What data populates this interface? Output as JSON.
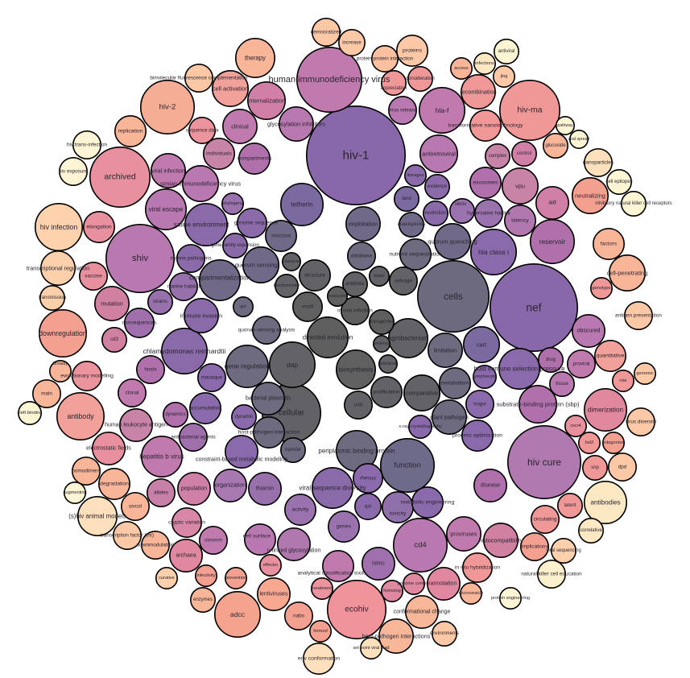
{
  "chart_data": {
    "type": "packed-bubble",
    "title": "",
    "bubbles": [
      {
        "label": "hiv-1",
        "color": "#8868a8"
      },
      {
        "label": "nef",
        "color": "#8868a8"
      },
      {
        "label": "cells",
        "color": "#6d6a80"
      },
      {
        "label": "cellular",
        "color": "#626266"
      },
      {
        "label": "hiv cure",
        "color": "#b07ab0"
      },
      {
        "label": "shiv",
        "color": "#b878b0"
      },
      {
        "label": "human immunodeficiency virus",
        "color": "#c07aae"
      },
      {
        "label": "archived",
        "color": "#e8909e"
      },
      {
        "label": "hiv-2",
        "color": "#f6ad96"
      },
      {
        "label": "hiv-ma",
        "color": "#f09898"
      },
      {
        "label": "ecohiv",
        "color": "#f0939a"
      },
      {
        "label": "cd4",
        "color": "#b878b0"
      },
      {
        "label": "function",
        "color": "#6e6a8a"
      },
      {
        "label": "dap",
        "color": "#636266"
      },
      {
        "label": "directed evolution",
        "color": "#5f5f5f"
      },
      {
        "label": "biosynthesis",
        "color": "#606060"
      },
      {
        "label": "gene regulation",
        "color": "#6e6a80"
      },
      {
        "label": "compartmentalization",
        "color": "#706a88"
      },
      {
        "label": "tetherin",
        "color": "#7a6aa0"
      },
      {
        "label": "downregulation",
        "color": "#f4a090"
      },
      {
        "label": "antibody",
        "color": "#f2a09a"
      },
      {
        "label": "adcc",
        "color": "#f4a48e"
      },
      {
        "label": "hiv infection",
        "color": "#fdd2ad"
      },
      {
        "label": "(s)hiv animal models",
        "color": "#fee0bc"
      },
      {
        "label": "antibodies",
        "color": "#fde8c4"
      },
      {
        "label": "dimerization",
        "color": "#e0889e"
      },
      {
        "label": "reservoir",
        "color": "#b070ac"
      },
      {
        "label": "hla class i",
        "color": "#8a6aaa"
      },
      {
        "label": "hla-f",
        "color": "#c07aae"
      },
      {
        "label": "recombination",
        "color": "#f09898"
      },
      {
        "label": "transformative nanotechnology",
        "color": "#f09898"
      },
      {
        "label": "neutralizing",
        "color": "#f4a08e"
      },
      {
        "label": "cell-penetrating",
        "color": "#f8b598"
      },
      {
        "label": "chlamydomonas reinhardtii",
        "color": "#8a6aa8"
      },
      {
        "label": "hepatitis b virus",
        "color": "#c07aae"
      },
      {
        "label": "viral escape",
        "color": "#b878b0"
      },
      {
        "label": "simian immunodeficiency virus",
        "color": "#b878b0"
      },
      {
        "label": "saline environment",
        "color": "#8a6aa8"
      },
      {
        "label": "immune evasion",
        "color": "#8a6aa8"
      },
      {
        "label": "quorum sensing",
        "color": "#706a88"
      },
      {
        "label": "bacterial plasmids",
        "color": "#6e6a80"
      },
      {
        "label": "agrobacterium",
        "color": "#636266"
      },
      {
        "label": "periplasmic binding protein",
        "color": "#6e6a80"
      },
      {
        "label": "viral sequence diversity",
        "color": "#8a6aa8"
      },
      {
        "label": "host immune selection pressure",
        "color": "#8a6aaa"
      },
      {
        "label": "substrate-binding protein (sbp)",
        "color": "#b070ac"
      },
      {
        "label": "disease",
        "color": "#b070ac"
      },
      {
        "label": "latent",
        "color": "#f09898"
      },
      {
        "label": "proviruses",
        "color": "#c07aae"
      },
      {
        "label": "histocompatibility",
        "color": "#d080a0"
      },
      {
        "label": "annotation",
        "color": "#e088a0"
      },
      {
        "label": "in situ hybridization",
        "color": "#f09898"
      },
      {
        "label": "host-pathogen interactions",
        "color": "#f8b798"
      },
      {
        "label": "conformational change",
        "color": "#f8b798"
      },
      {
        "label": "env conformation",
        "color": "#fee0bc"
      },
      {
        "label": "lentiviruses",
        "color": "#f8a890"
      },
      {
        "label": "nabs",
        "color": "#f4a090"
      },
      {
        "label": "archaea",
        "color": "#e088a0"
      },
      {
        "label": "population",
        "color": "#d080a6"
      },
      {
        "label": "cryptic variation",
        "color": "#d888a6"
      },
      {
        "label": "alleles",
        "color": "#c880a8"
      },
      {
        "label": "organization",
        "color": "#a878b0"
      },
      {
        "label": "thiamin",
        "color": "#9870ac"
      },
      {
        "label": "activity",
        "color": "#9a72ae"
      },
      {
        "label": "genes",
        "color": "#9a72ae"
      },
      {
        "label": "n-linked glycosylation",
        "color": "#b078ae"
      },
      {
        "label": "cell surface",
        "color": "#b878b0"
      },
      {
        "label": "sivsmm",
        "color": "#c07aae"
      },
      {
        "label": "analytical classification tools",
        "color": "#c07aae"
      },
      {
        "label": "isimc",
        "color": "#a070ac"
      },
      {
        "label": "toxicity",
        "color": "#9070aa"
      },
      {
        "label": "metabolic engineering",
        "color": "#8a6aaa"
      },
      {
        "label": "qsi",
        "color": "#8a6aaa"
      },
      {
        "label": "rhesus",
        "color": "#8a6aaa"
      },
      {
        "label": "process optimization",
        "color": "#8a6aaa"
      },
      {
        "label": "major",
        "color": "#8a6aaa"
      },
      {
        "label": "metabolism",
        "color": "#6e6a80"
      },
      {
        "label": "limitation",
        "color": "#6e6a80"
      },
      {
        "label": "cart",
        "color": "#7a6aa0"
      },
      {
        "label": "comparative",
        "color": "#636266"
      },
      {
        "label": "purification",
        "color": "#636266"
      },
      {
        "label": "unit",
        "color": "#636266"
      },
      {
        "label": "plant pathogen",
        "color": "#6e6a80"
      },
      {
        "label": "quorum quenching",
        "color": "#706a88"
      },
      {
        "label": "nutrient sequestration",
        "color": "#6e6a80"
      },
      {
        "label": "exploitation",
        "color": "#706a88"
      },
      {
        "label": "database",
        "color": "#6e6a80"
      },
      {
        "label": "salvage",
        "color": "#636266"
      },
      {
        "label": "antibiotic",
        "color": "#636266"
      },
      {
        "label": "structure",
        "color": "#636266"
      },
      {
        "label": "motif",
        "color": "#606060"
      },
      {
        "label": "in vivo infection",
        "color": "#5f5f5f"
      },
      {
        "label": "transporter",
        "color": "#5f5f5f"
      },
      {
        "label": "mucosa",
        "color": "#706a88"
      },
      {
        "label": "genome sequence",
        "color": "#8a6aa8"
      },
      {
        "label": "marine pathogens",
        "color": "#8a6aa8"
      },
      {
        "label": "marine habitat",
        "color": "#9870ac"
      },
      {
        "label": "strains",
        "color": "#9870ac"
      },
      {
        "label": "consequences",
        "color": "#a070ac"
      },
      {
        "label": "mutation",
        "color": "#d080a0"
      },
      {
        "label": "vaccine",
        "color": "#e8909e"
      },
      {
        "label": "elongation",
        "color": "#e8909e"
      },
      {
        "label": "transcriptional regulation",
        "color": "#fdd0ac"
      },
      {
        "label": "transmission",
        "color": "#fdd0ac"
      },
      {
        "label": "viral infection",
        "color": "#c07aae"
      },
      {
        "label": "individuals",
        "color": "#c884a6"
      },
      {
        "label": "compartments",
        "color": "#b070ac"
      },
      {
        "label": "clinical",
        "color": "#c07aae"
      },
      {
        "label": "internalization",
        "color": "#d080a6"
      },
      {
        "label": "glycosylation inhibitors",
        "color": "#b878b0"
      },
      {
        "label": "cell activation",
        "color": "#f2a09a"
      },
      {
        "label": "therapy",
        "color": "#f8b598"
      },
      {
        "label": "bimolecular fluorescence complementation",
        "color": "#fcc8a6"
      },
      {
        "label": "sequence data",
        "color": "#ec949e"
      },
      {
        "label": "replication",
        "color": "#f8b598"
      },
      {
        "label": "hiv trans-infection",
        "color": "#fef5d4"
      },
      {
        "label": "hiv exposure",
        "color": "#fef5d4"
      },
      {
        "label": "antiretroviral",
        "color": "#b878b0"
      },
      {
        "label": "exosomes",
        "color": "#b070ac"
      },
      {
        "label": "vpu",
        "color": "#c884a6"
      },
      {
        "label": "latency",
        "color": "#b078ae"
      },
      {
        "label": "hypersaline habitat",
        "color": "#9a72ae"
      },
      {
        "label": "aid",
        "color": "#d080a6"
      },
      {
        "label": "complex",
        "color": "#c884a6"
      },
      {
        "label": "control",
        "color": "#d080a6"
      },
      {
        "label": "virus release",
        "color": "#b878b0"
      },
      {
        "label": "proteins",
        "color": "#fcc8a6"
      },
      {
        "label": "protein-protein interaction",
        "color": "#fcc0a0"
      },
      {
        "label": "consideration",
        "color": "#f09898"
      },
      {
        "label": "appreciation",
        "color": "#f09898"
      },
      {
        "label": "increase",
        "color": "#fcc8a6"
      },
      {
        "label": "democratized",
        "color": "#fcc8a6"
      },
      {
        "label": "access",
        "color": "#f8b598"
      },
      {
        "label": "infections",
        "color": "#fde8c4"
      },
      {
        "label": "antiviral",
        "color": "#fef5d4"
      },
      {
        "label": "jlog",
        "color": "#fcc8a6"
      },
      {
        "label": "glucoside",
        "color": "#f8b598"
      },
      {
        "label": "nanoparticles",
        "color": "#fde0bc"
      },
      {
        "label": "cell epitopes",
        "color": "#fef5d4"
      },
      {
        "label": "inhibitory natural killer cell receptors",
        "color": "#fef5d4"
      },
      {
        "label": "factors",
        "color": "#f8b598"
      },
      {
        "label": "antigen presentation",
        "color": "#fcc8a6"
      },
      {
        "label": "obscured",
        "color": "#b878b0"
      },
      {
        "label": "quantitative",
        "color": "#f2a09a"
      },
      {
        "label": "proviral",
        "color": "#c07aae"
      },
      {
        "label": "tissue",
        "color": "#b878b0"
      },
      {
        "label": "drug",
        "color": "#b070ac"
      },
      {
        "label": "virus diversity",
        "color": "#fcc8a6"
      },
      {
        "label": "snp",
        "color": "#f09898"
      },
      {
        "label": "dpd",
        "color": "#fcc8a6"
      },
      {
        "label": "circulating",
        "color": "#f09898"
      },
      {
        "label": "implications",
        "color": "#f4a090"
      },
      {
        "label": "correlative",
        "color": "#fde8c4"
      },
      {
        "label": "viral sequencing",
        "color": "#fcd0ac"
      },
      {
        "label": "natural killer cell education",
        "color": "#fef0cc"
      },
      {
        "label": "protein engineering",
        "color": "#fef5d4"
      },
      {
        "label": "microvesicle",
        "color": "#f8b598"
      },
      {
        "label": "genome content",
        "color": "#e088a0"
      },
      {
        "label": "homolog",
        "color": "#e088a0"
      },
      {
        "label": "environments",
        "color": "#fcc8a6"
      },
      {
        "label": "set point viral load",
        "color": "#fde0bc"
      },
      {
        "label": "clonal",
        "color": "#c07aae"
      },
      {
        "label": "hosts",
        "color": "#b070ac"
      },
      {
        "label": "macaque",
        "color": "#8a6aaa"
      },
      {
        "label": "accumulation",
        "color": "#8a6aaa"
      },
      {
        "label": "dynamics",
        "color": "#b070ac"
      },
      {
        "label": "human leukocyte antigen",
        "color": "#c884a6"
      },
      {
        "label": "antibacterial agents",
        "color": "#a070ac"
      },
      {
        "label": "constraint-based metabolic modeling",
        "color": "#8a6aaa"
      },
      {
        "label": "dynamin",
        "color": "#8a6aaa"
      },
      {
        "label": "host-pathogen interaction",
        "color": "#6e6a80"
      },
      {
        "label": "transfer",
        "color": "#6e6a80"
      },
      {
        "label": "evolutionary modelling",
        "color": "#ec949e"
      },
      {
        "label": "main",
        "color": "#f8b598"
      },
      {
        "label": "electrostatic fields",
        "color": "#e8909e"
      },
      {
        "label": "homodimers",
        "color": "#f8b598"
      },
      {
        "label": "degradation",
        "color": "#f8b598"
      },
      {
        "label": "sivcol",
        "color": "#f8b598"
      },
      {
        "label": "transcription factor (thr)",
        "color": "#fcc8a6"
      },
      {
        "label": "downmodulation",
        "color": "#f8b598"
      },
      {
        "label": "curative",
        "color": "#fcd0ac"
      },
      {
        "label": "enzymes",
        "color": "#f8b598"
      },
      {
        "label": "infectivity",
        "color": "#f4a090"
      },
      {
        "label": "prevention",
        "color": "#f4a090"
      },
      {
        "label": "effector",
        "color": "#e8909e"
      },
      {
        "label": "treatment",
        "color": "#ec949e"
      },
      {
        "label": "formed",
        "color": "#f4a090"
      },
      {
        "label": "cd3",
        "color": "#d080a0"
      },
      {
        "label": "classical",
        "color": "#636266"
      },
      {
        "label": "biochemistry",
        "color": "#636266"
      },
      {
        "label": "molecules",
        "color": "#606060"
      },
      {
        "label": "folate",
        "color": "#636266"
      },
      {
        "label": "gut",
        "color": "#6e6a80"
      },
      {
        "label": "quorum-sensing analysis",
        "color": "#6e6a80"
      },
      {
        "label": "intestinal",
        "color": "#636266"
      },
      {
        "label": "virulence",
        "color": "#636266"
      },
      {
        "label": "x-ray crystallography",
        "color": "#8a6aaa"
      },
      {
        "label": "lymphocyte",
        "color": "#8a6aaa"
      },
      {
        "label": "land",
        "color": "#7a6aa0"
      },
      {
        "label": "evidence",
        "color": "#8a6aa8"
      },
      {
        "label": "restriction",
        "color": "#8a6aa8"
      },
      {
        "label": "lineages",
        "color": "#8a6aa8"
      },
      {
        "label": "quasispecies",
        "color": "#706a88"
      },
      {
        "label": "phylogeny",
        "color": "#9a72ae"
      },
      {
        "label": "gene family expansion",
        "color": "#8a6aa8"
      },
      {
        "label": "cleft binding",
        "color": "#fef5d4"
      },
      {
        "label": "augmenting",
        "color": "#fef5d4"
      },
      {
        "label": "broadly",
        "color": "#f8b598"
      },
      {
        "label": "genotype",
        "color": "#f09898"
      },
      {
        "label": "role",
        "color": "#f09898"
      },
      {
        "label": "genomic",
        "color": "#fcc8a6"
      },
      {
        "label": "cxcr4",
        "color": "#e8909e"
      },
      {
        "label": "bst2",
        "color": "#f09898"
      },
      {
        "label": "antagonism",
        "color": "#f4a090"
      },
      {
        "label": "pathway",
        "color": "#fef5d4"
      },
      {
        "label": "viral spread",
        "color": "#fef5d4"
      },
      {
        "label": "vibrio",
        "color": "#9a72ae"
      }
    ]
  }
}
